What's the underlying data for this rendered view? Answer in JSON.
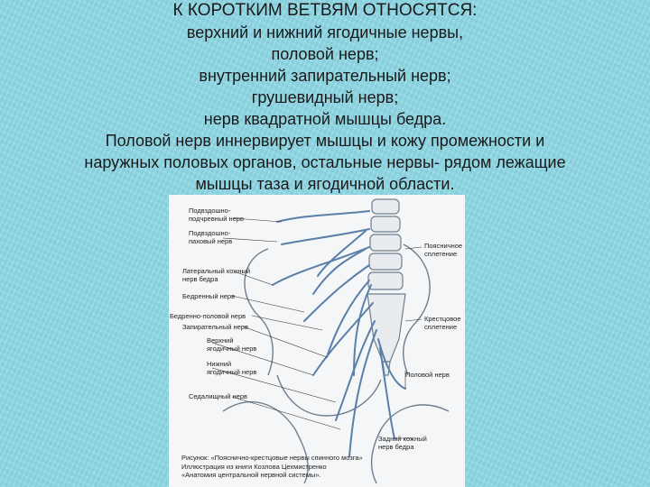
{
  "slide": {
    "title": "К КОРОТКИМ ВЕТВЯМ ОТНОСЯТСЯ:",
    "lines": [
      "верхний и нижний ягодичные нервы,",
      "половой нерв;",
      "внутренний запирательный нерв;",
      "грушевидный нерв;",
      "нерв квадратной мышцы бедра.",
      "Половой нерв иннервирует мышцы и кожу промежности и",
      "наружных половых органов, остальные нервы- рядом лежащие",
      "мышцы таза и ягодичной области."
    ]
  },
  "figure": {
    "labels_left": [
      "Подвздошно-\nподчревный нерв",
      "Подвздошно-\nпаховый нерв",
      "Латеральный кожный\nнерв бедра",
      "Бедренный нерв",
      "Бедренно-половой нерв",
      "Запирательный нерв",
      "Верхний\nягодичный нерв",
      "Нижний\nягодичный нерв",
      "Седалищный нерв"
    ],
    "labels_right": [
      "Поясничное\nсплетение",
      "Крестцовое\nсплетение",
      "Половой нерв",
      "Задний кожный\nнерв бедра"
    ],
    "caption": "Рисунок: «Пояснично-крестцовые нервы спинного мозга»\nИллюстрация из книги Козлова Цехмистренко\n«Анатомия центральной нервной системы»."
  },
  "colors": {
    "background": "#8fd8e6",
    "figure_bg": "#f4f6f7",
    "nerve": "#5a7fa8",
    "bone": "#6d7f90"
  }
}
